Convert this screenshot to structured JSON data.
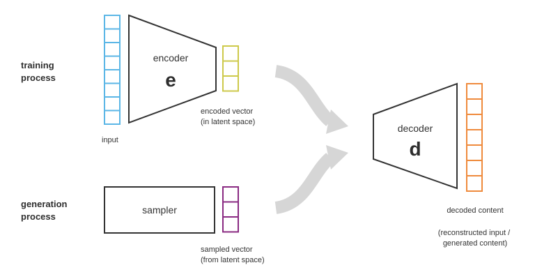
{
  "labels": {
    "row_training": [
      "training",
      "process"
    ],
    "row_generation": [
      "generation",
      "process"
    ],
    "input": "input",
    "encoder_name": "encoder",
    "encoder_letter": "e",
    "encoded_vector": [
      "encoded vector",
      "(in latent space)"
    ],
    "sampler": "sampler",
    "sampled_vector": [
      "sampled vector",
      "(from latent space)"
    ],
    "decoder_name": "decoder",
    "decoder_letter": "d",
    "decoded_content": "decoded content",
    "decoded_note": [
      "(reconstructed input /",
      "generated content)"
    ]
  },
  "vectors": {
    "input_cells": 8,
    "encoded_cells": 3,
    "sampled_cells": 3,
    "decoded_cells": 7
  },
  "colors": {
    "input": "#5bb6e6",
    "encoded": "#cdc94a",
    "sampled": "#8a2a82",
    "decoded": "#ef8a3c",
    "shape_stroke": "#333333",
    "arrow": "#d6d6d6"
  }
}
